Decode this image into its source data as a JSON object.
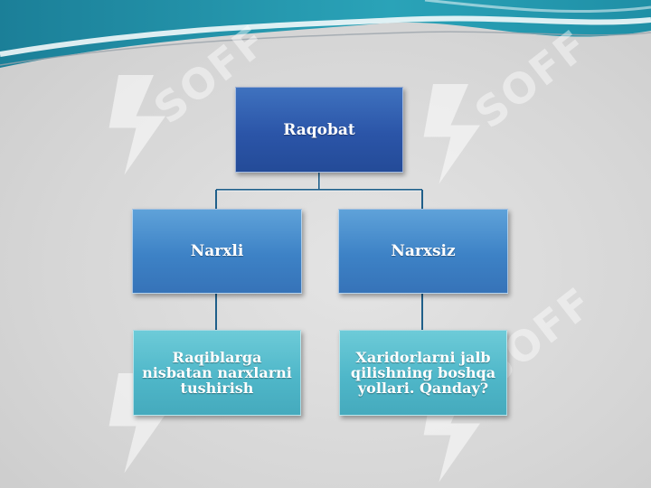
{
  "diagram": {
    "root": "Raqobat",
    "left": "Narxli",
    "right": "Narxsiz",
    "left_leaf": "Raqiblarga nisbatan narxlarni tushirish",
    "right_leaf": "Xaridorlarni jalb qilishning boshqa yollari. Qanday?"
  },
  "watermark": "SOFF",
  "colors": {
    "background": "#dcdcdc",
    "wave": "#1f8fa6",
    "root_box": "#2b55a8",
    "mid_box": "#3d82c6",
    "leaf_box": "#4fb7c9",
    "connector": "#1f5f8a"
  }
}
